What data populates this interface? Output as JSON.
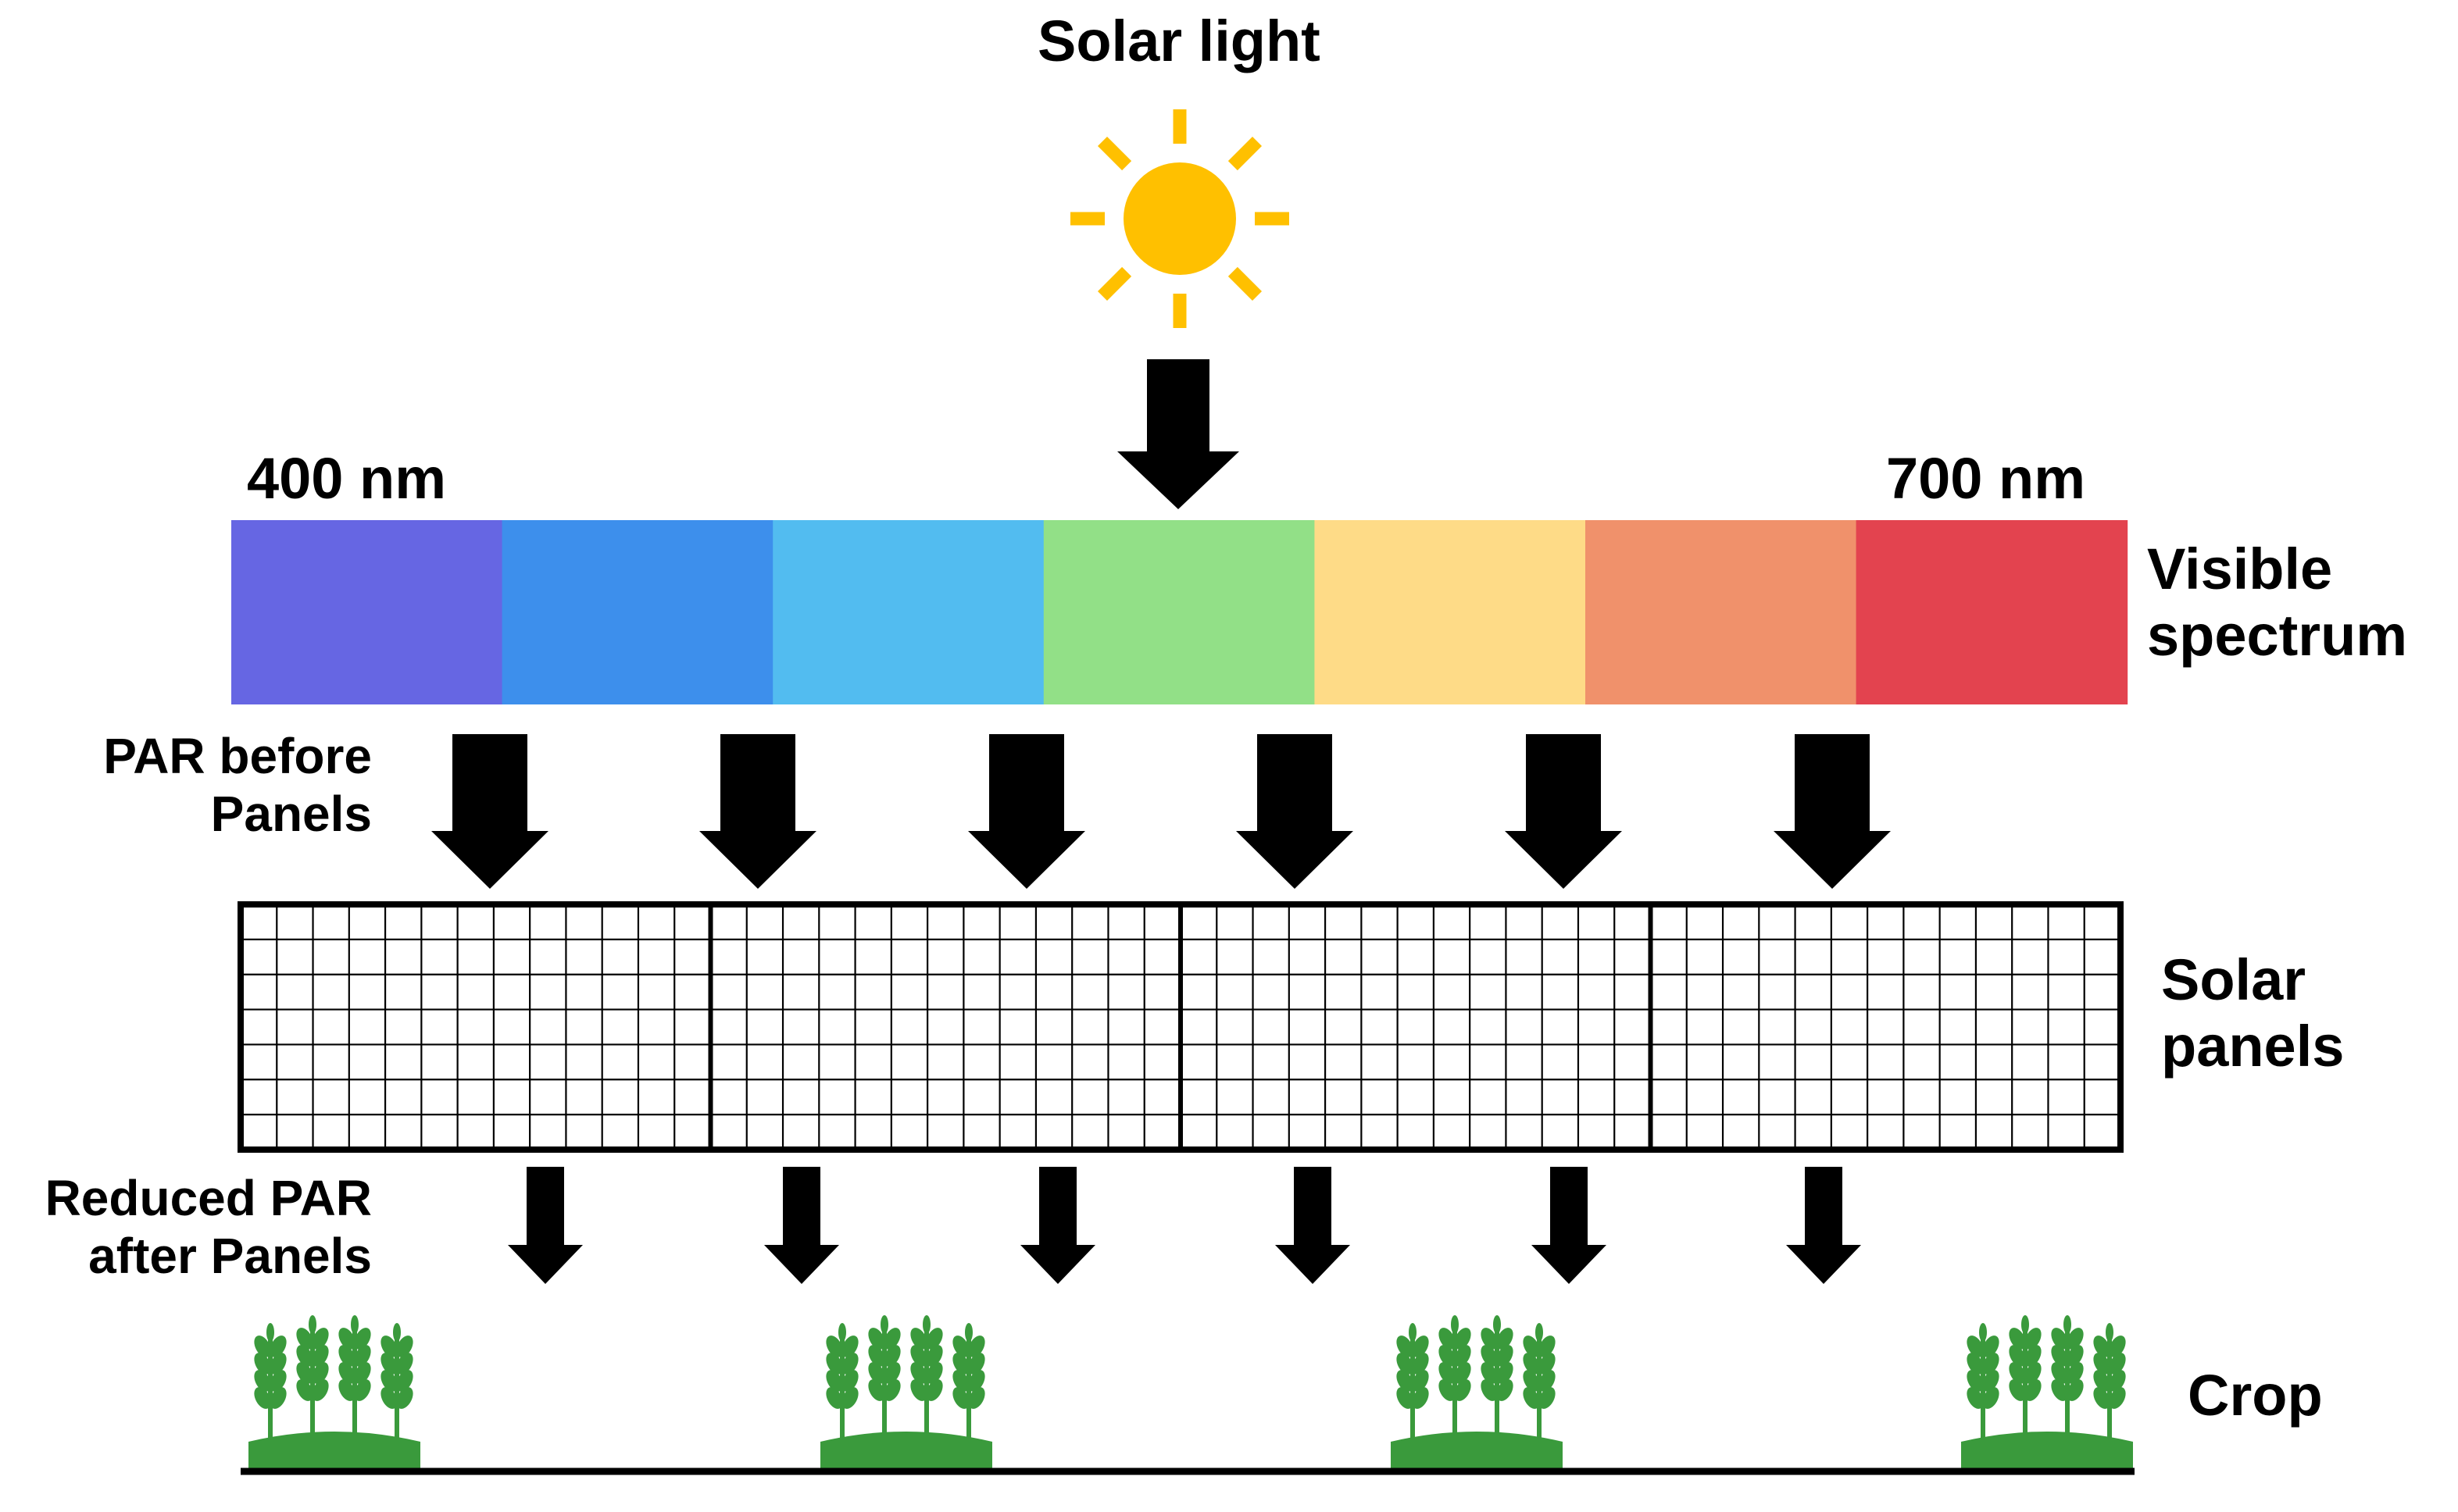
{
  "labels": {
    "title": "Solar light",
    "range_start": "400 nm",
    "range_end": "700 nm",
    "spectrum_line1": "Visible",
    "spectrum_line2": "spectrum",
    "par_before_line1": "PAR before",
    "par_before_line2": "Panels",
    "panels_line1": "Solar",
    "panels_line2": "panels",
    "par_after_line1": "Reduced PAR",
    "par_after_line2": "after Panels",
    "crop": "Crop"
  },
  "spectrum": {
    "colors": [
      "#6666e3",
      "#3d8fec",
      "#52bcf0",
      "#92e087",
      "#fedb87",
      "#f0916b",
      "#e3434f"
    ]
  },
  "colors": {
    "sun": "#ffc000",
    "arrow": "#000000",
    "crop": "#3a9a3c",
    "ground": "#000000",
    "panel_frame": "#000000"
  },
  "panels": {
    "count": 4,
    "cell_columns": 13,
    "cell_rows": 7
  },
  "arrows": {
    "before_count": 6,
    "after_count": 6
  },
  "crops": {
    "count": 4,
    "stalks_per_crop": 4
  },
  "icons": [
    "sun-icon",
    "down-arrow-icon",
    "wheat-icon"
  ]
}
